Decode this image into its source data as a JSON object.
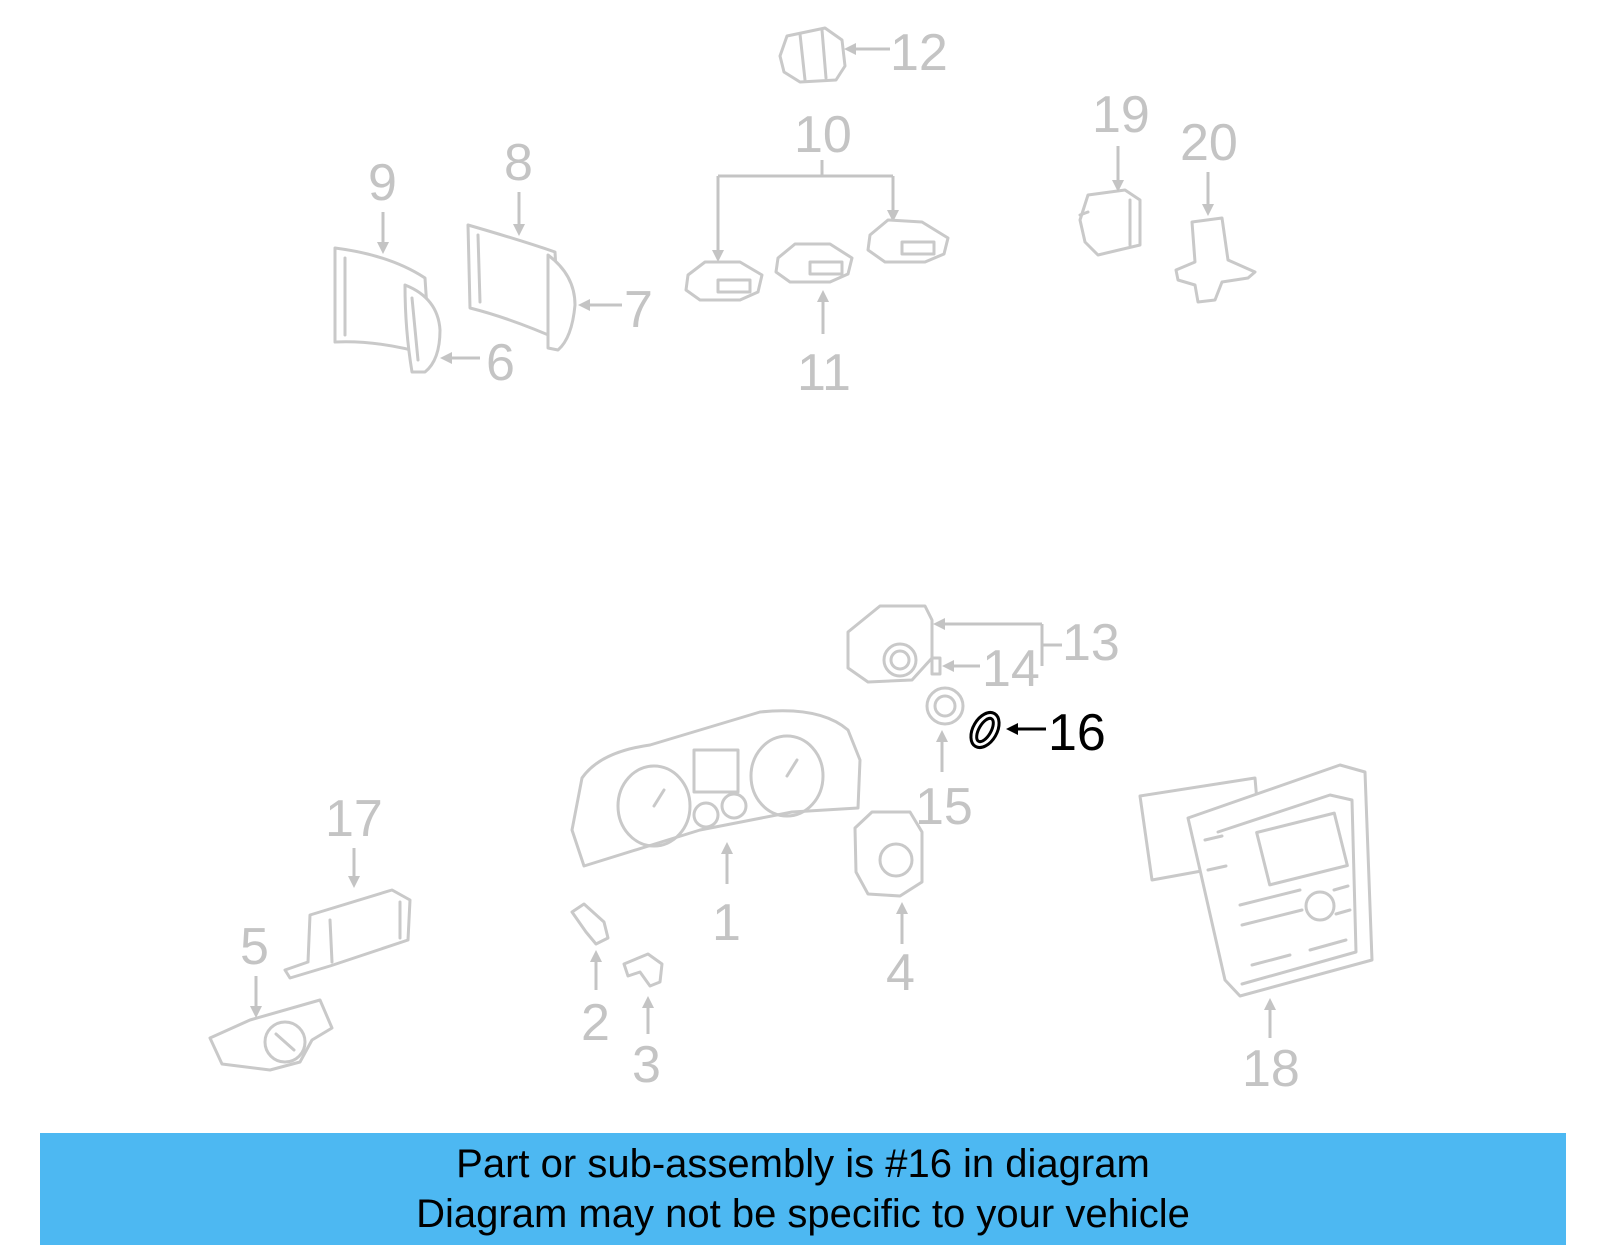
{
  "callouts": {
    "c1": "1",
    "c2": "2",
    "c3": "3",
    "c4": "4",
    "c5": "5",
    "c6": "6",
    "c7": "7",
    "c8": "8",
    "c9": "9",
    "c10": "10",
    "c11": "11",
    "c12": "12",
    "c13": "13",
    "c14": "14",
    "c15": "15",
    "c16": "16",
    "c17": "17",
    "c18": "18",
    "c19": "19",
    "c20": "20"
  },
  "highlighted_part": "16",
  "banner": {
    "line1": "Part or sub-assembly is #16 in diagram",
    "line2": "Diagram may not be specific to your vehicle"
  },
  "colors": {
    "highlight": "#000000",
    "dimmed": "#c4c4c4",
    "banner_background": "#4db8f2"
  }
}
